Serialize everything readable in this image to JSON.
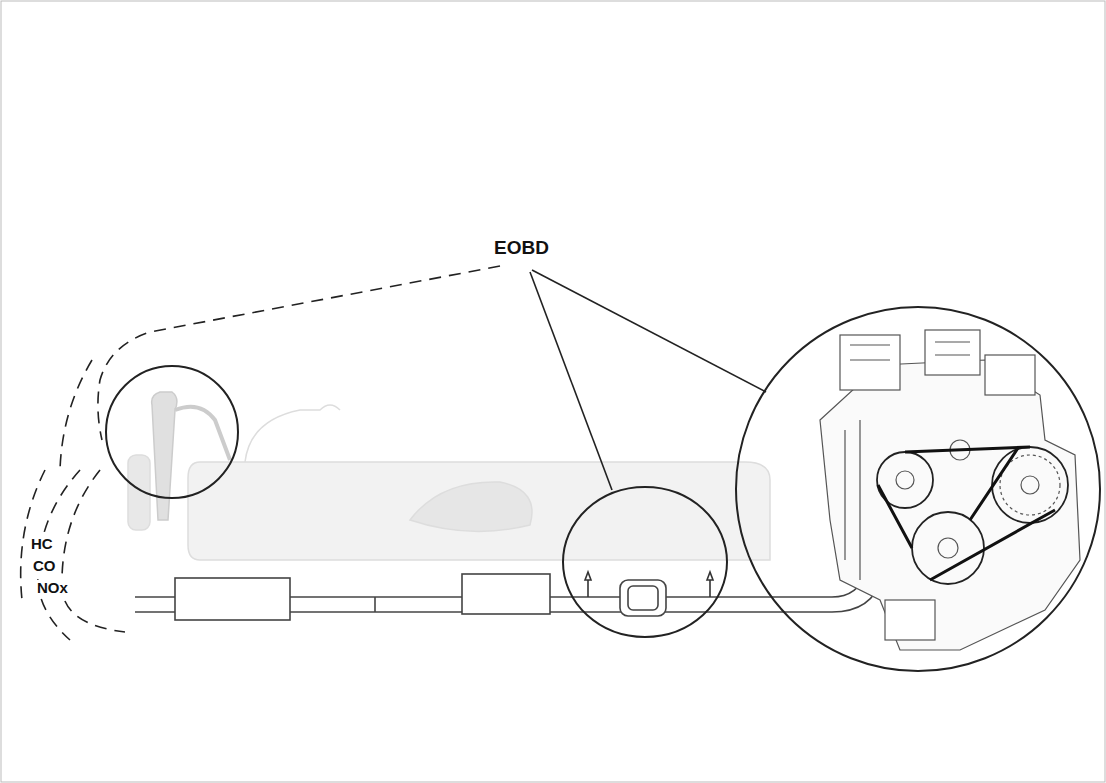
{
  "diagram": {
    "labels": [
      "EOBD",
      "HC",
      "CO",
      "NOx"
    ]
  }
}
